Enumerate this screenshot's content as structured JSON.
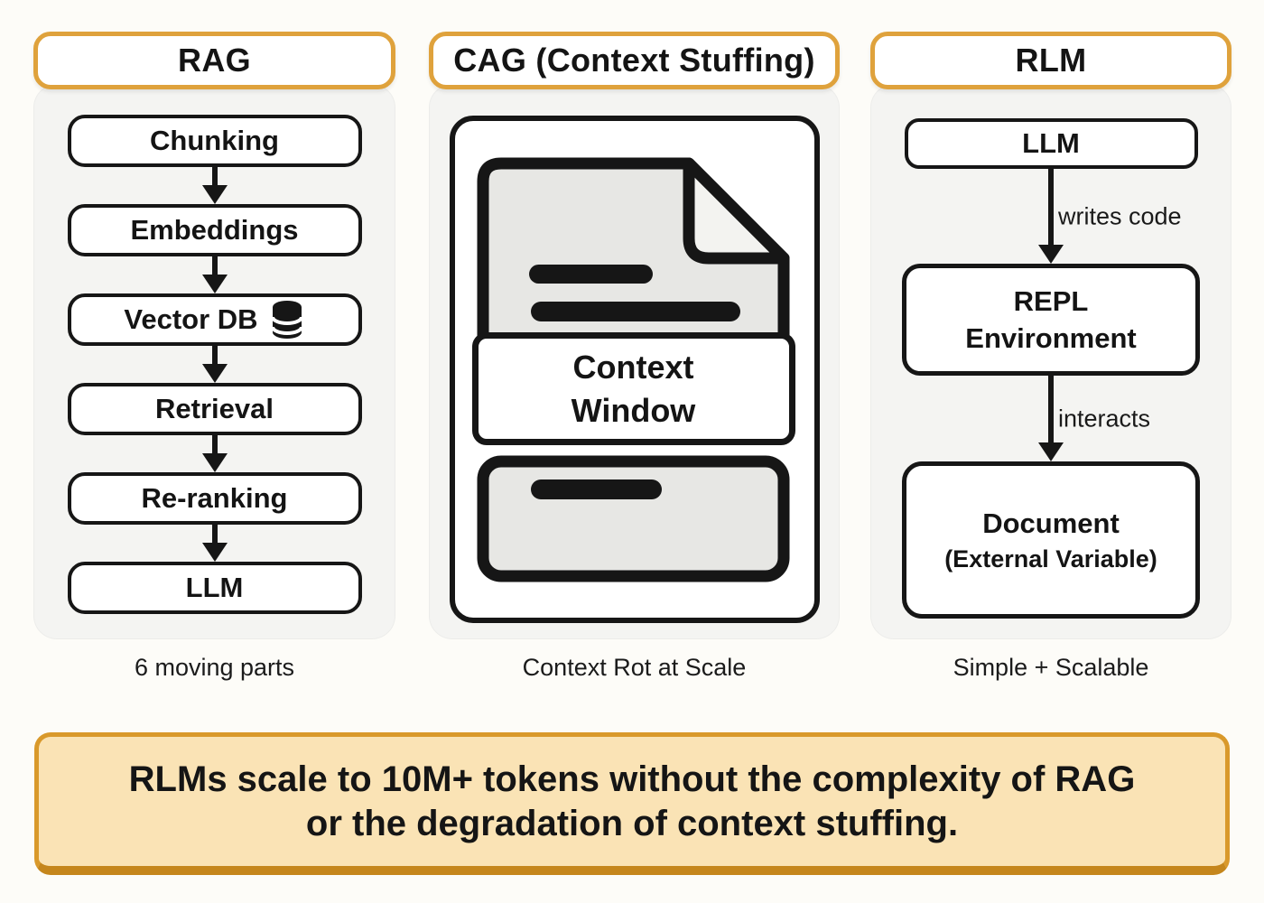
{
  "rag": {
    "title": "RAG",
    "steps": [
      "Chunking",
      "Embeddings",
      "Vector DB",
      "Retrieval",
      "Re-ranking",
      "LLM"
    ],
    "caption": "6 moving parts"
  },
  "cag": {
    "title": "CAG (Context Stuffing)",
    "context_window": {
      "line1": "Context",
      "line2": "Window"
    },
    "caption": "Context Rot at Scale"
  },
  "rlm": {
    "title": "RLM",
    "llm_label": "LLM",
    "edge1_label": "writes code",
    "repl_line1": "REPL",
    "repl_line2": "Environment",
    "edge2_label": "interacts",
    "doc_line1": "Document",
    "doc_line2": "(External Variable)",
    "caption": "Simple + Scalable"
  },
  "banner": {
    "line1": "RLMs scale to 10M+ tokens without the complexity of RAG",
    "line2": "or the degradation of context stuffing."
  },
  "icons": {
    "database": "database-icon",
    "document": "document-icon"
  },
  "colors": {
    "accent_orange": "#DFA23C",
    "banner_fill": "#FAE3B5",
    "banner_border": "#D9992B",
    "banner_edge": "#C5861C",
    "panel_gray": "#F4F4F2",
    "icon_gray": "#E7E7E4",
    "fold_gray": "#F3F3F0",
    "box_border": "#161616",
    "page_bg": "#FDFCF8"
  }
}
